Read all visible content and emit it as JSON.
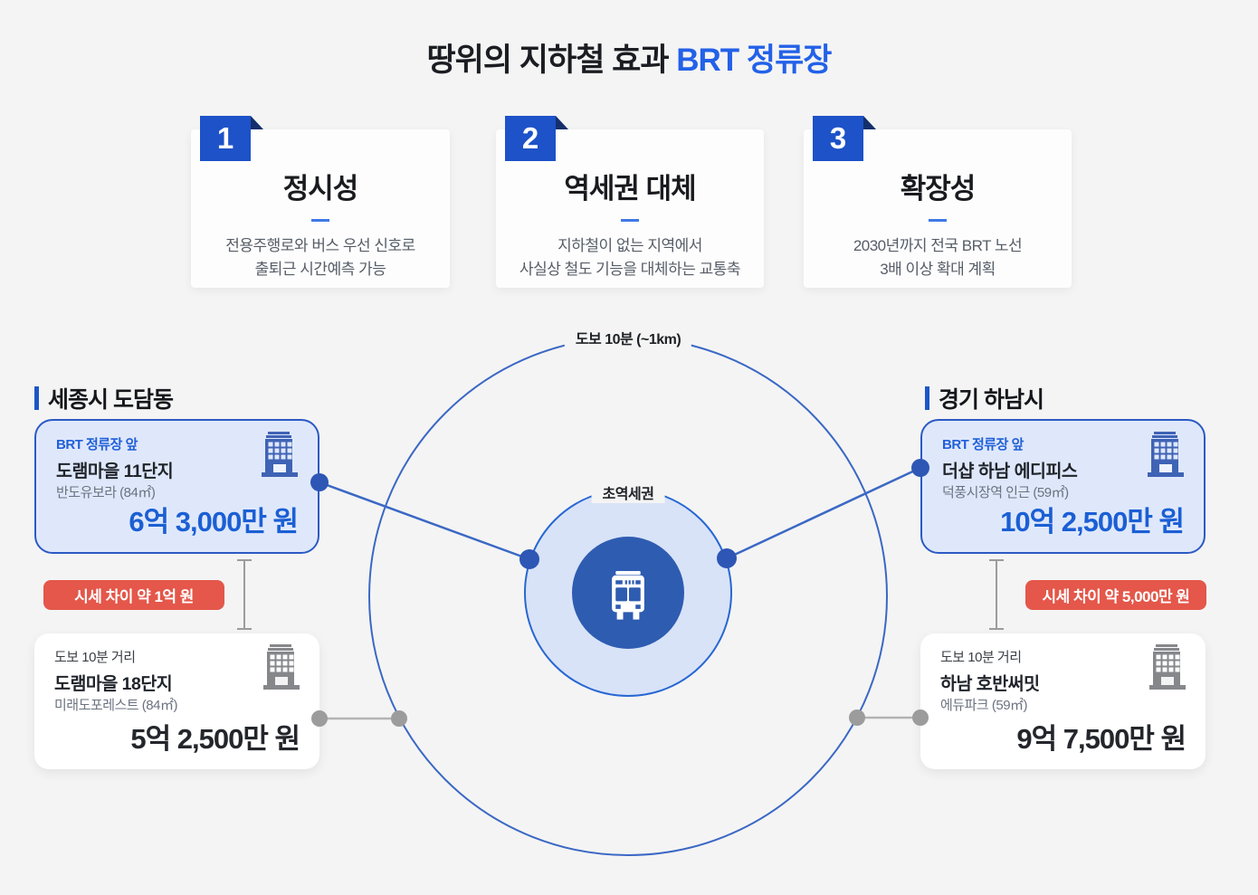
{
  "title": {
    "prefix": "땅위의 지하철 효과 ",
    "highlight": "BRT 정류장"
  },
  "features": [
    {
      "number": "1",
      "title": "정시성",
      "desc1": "전용주행로와 버스 우선 신호로",
      "desc2": "출퇴근 시간예측 가능"
    },
    {
      "number": "2",
      "title": "역세권 대체",
      "desc1": "지하철이 없는 지역에서",
      "desc2": "사실상 철도 기능을 대체하는 교통축"
    },
    {
      "number": "3",
      "title": "확장성",
      "desc1": "2030년까지 전국 BRT 노선",
      "desc2": "3배 이상 확대 계획"
    }
  ],
  "diagram": {
    "outer_label": "도보 10분 (~1km)",
    "inner_label": "초역세권",
    "center_icon": "bus-icon"
  },
  "left": {
    "region": "세종시 도담동",
    "near": {
      "tag": "BRT 정류장 앞",
      "name": "도램마을 11단지",
      "detail": "반도유보라 (84㎡)",
      "price": "6억 3,000만 원"
    },
    "diff_badge": "시세 차이 약 1억 원",
    "far": {
      "tag": "도보 10분 거리",
      "name": "도램마을 18단지",
      "detail": "미래도포레스트 (84㎡)",
      "price": "5억 2,500만 원"
    }
  },
  "right": {
    "region": "경기 하남시",
    "near": {
      "tag": "BRT 정류장 앞",
      "name": "더샵 하남 에디피스",
      "detail": "덕풍시장역 인근 (59㎡)",
      "price": "10억 2,500만 원"
    },
    "diff_badge": "시세 차이 약 5,000만 원",
    "far": {
      "tag": "도보 10분 거리",
      "name": "하남 호반써밋",
      "detail": "에듀파크 (59㎡)",
      "price": "9억 7,500만 원"
    }
  },
  "colors": {
    "background": "#f4f4f4",
    "accent_blue": "#1d52c8",
    "title_blue": "#2361e8",
    "price_blue": "#1b5fd4",
    "fold_navy": "#142f6b",
    "badge_red": "#e4574a",
    "near_card_bg": "#dfe8fb",
    "near_card_border": "#2b5ac4",
    "inner_circle_fill": "#d8e3f8",
    "inner_circle_line": "#2767d3",
    "outer_circle_line": "#3b68c5",
    "bus_circle": "#2e5cb1",
    "gray_connector": "#9c9c9c"
  }
}
